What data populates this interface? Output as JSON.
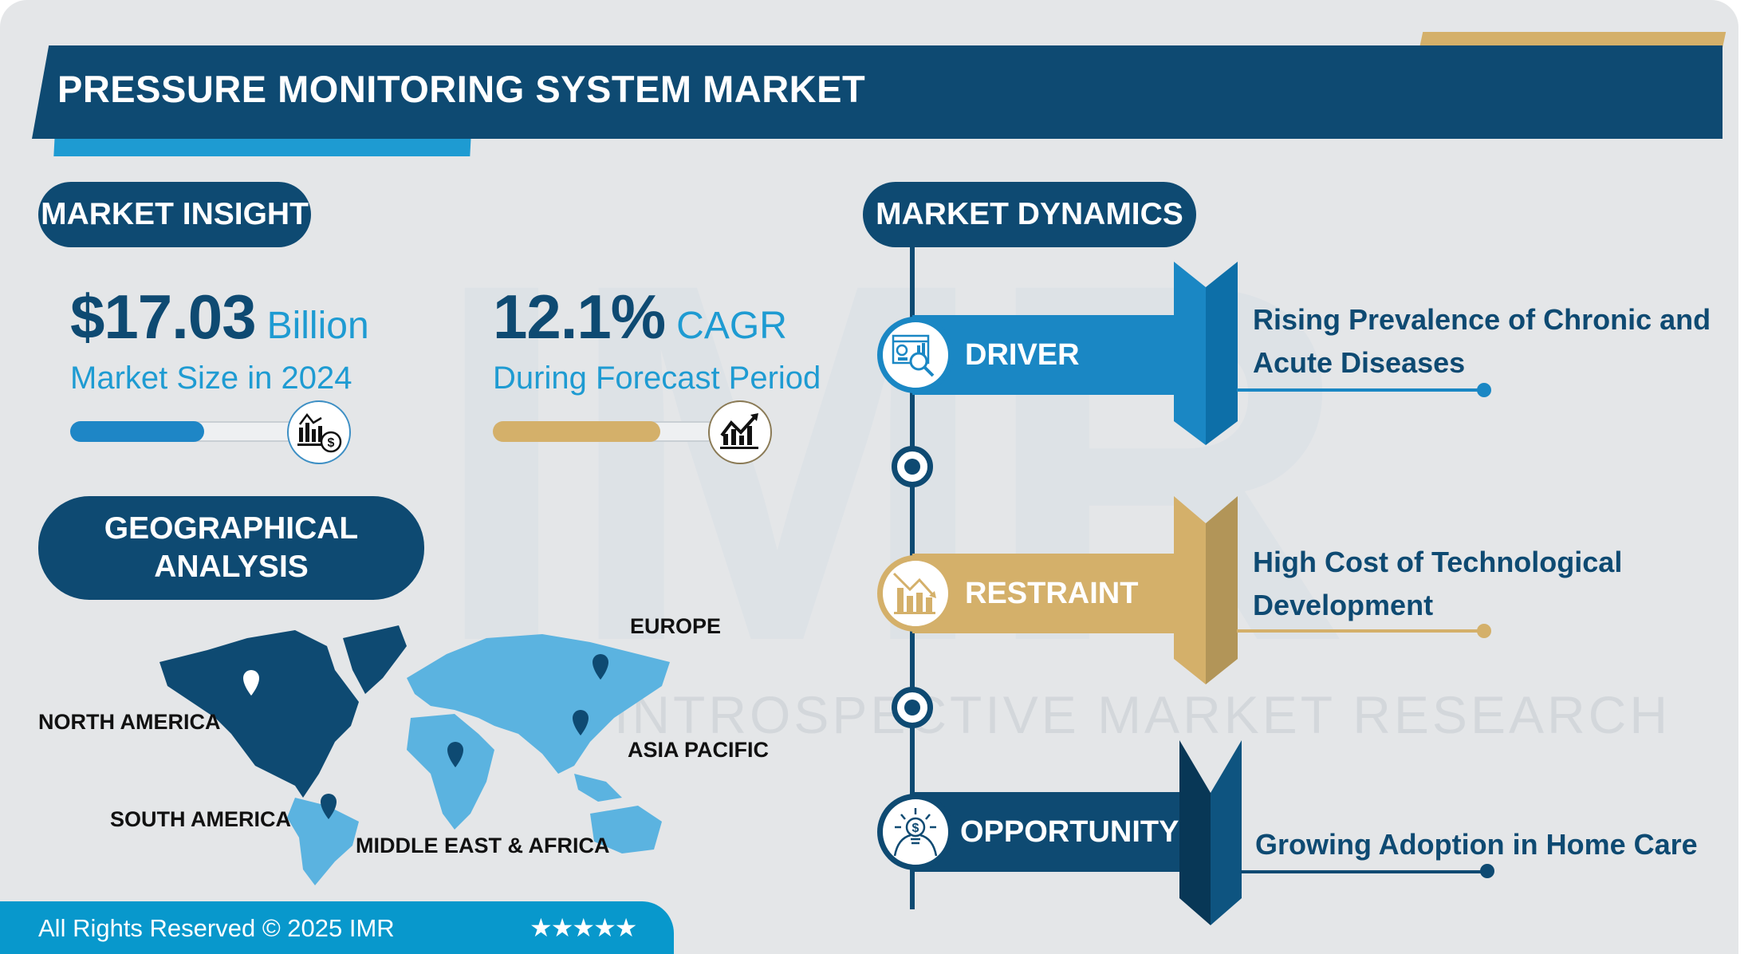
{
  "header": {
    "title": "PRESSURE MONITORING SYSTEM MARKET"
  },
  "colors": {
    "navy": "#0e4a72",
    "blue": "#1e9bd2",
    "driver_blue": "#1a87c4",
    "gold": "#d4b06a",
    "map_light": "#5bb3e0",
    "footer": "#0898cc",
    "background": "#e4e6e8"
  },
  "watermark": {
    "letters": "IMR",
    "text": "INTROSPECTIVE MARKET RESEARCH"
  },
  "market_insight": {
    "label": "MARKET INSIGHT",
    "market_size": {
      "value": "$17.03",
      "unit": "Billion",
      "caption": "Market Size in 2024",
      "progress_pct": 48,
      "icon": "chart-dollar-icon"
    },
    "cagr": {
      "value": "12.1%",
      "unit": "CAGR",
      "caption": "During Forecast Period",
      "progress_pct": 75,
      "icon": "growth-chart-icon"
    }
  },
  "geographical": {
    "label_line1": "GEOGRAPHICAL",
    "label_line2": "ANALYSIS",
    "regions": [
      {
        "name": "NORTH AMERICA",
        "highlighted": true
      },
      {
        "name": "SOUTH AMERICA",
        "highlighted": false
      },
      {
        "name": "EUROPE",
        "highlighted": false
      },
      {
        "name": "MIDDLE EAST & AFRICA",
        "highlighted": false
      },
      {
        "name": "ASIA PACIFIC",
        "highlighted": false
      }
    ]
  },
  "market_dynamics": {
    "label": "MARKET DYNAMICS",
    "items": [
      {
        "type": "DRIVER",
        "icon": "analytics-magnifier-icon",
        "text_line1": "Rising Prevalence of Chronic and",
        "text_line2": "Acute Diseases",
        "color": "#1a87c4"
      },
      {
        "type": "RESTRAINT",
        "icon": "declining-chart-icon",
        "text_line1": "High Cost of Technological",
        "text_line2": "Development",
        "color": "#d4b06a"
      },
      {
        "type": "OPPORTUNITY",
        "icon": "idea-dollar-icon",
        "text_line1": "Growing Adoption in Home Care",
        "text_line2": "",
        "color": "#0e4a72"
      }
    ]
  },
  "footer": {
    "copyright": "All Rights Reserved © 2025 IMR",
    "stars": "★★★★★"
  }
}
